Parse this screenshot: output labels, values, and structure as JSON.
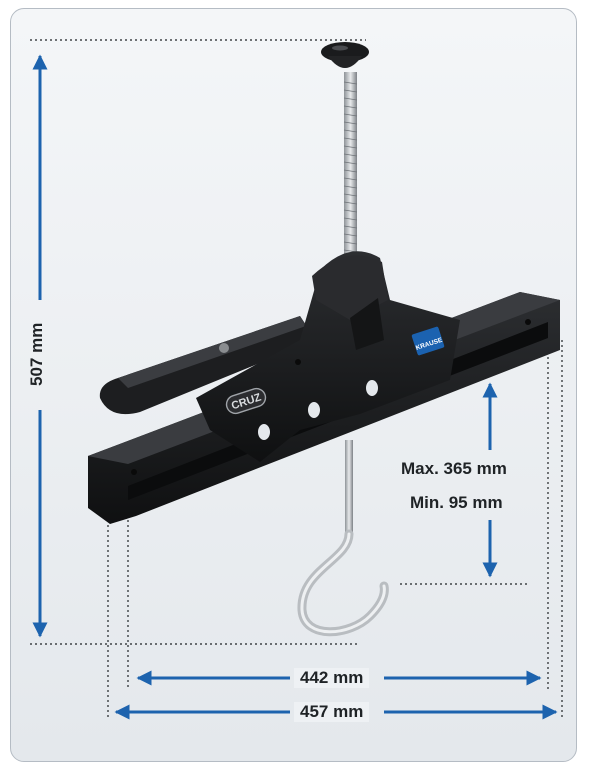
{
  "dimensions": {
    "height_label": "507 mm",
    "max_travel_label": "Max. 365 mm",
    "min_travel_label": "Min. 95 mm",
    "inner_width_label": "442 mm",
    "outer_width_label": "457 mm"
  },
  "product": {
    "brand_badge": "CRUZ",
    "maker_badge": "KRAUSE"
  },
  "colors": {
    "arrow": "#1d63ae",
    "body": "#1b1c1e",
    "hook": "#c5c9cd",
    "panel_border": "#b5bcc4",
    "badge_blue": "#1b62b0"
  }
}
